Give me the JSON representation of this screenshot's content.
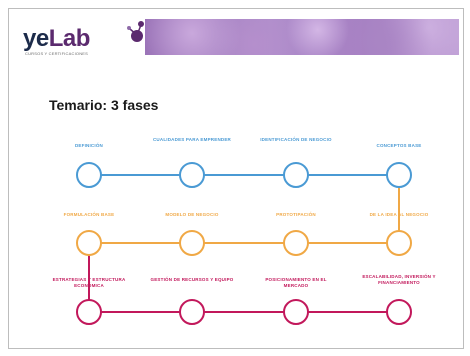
{
  "header": {
    "logo_main": "ye",
    "logo_accent": "Lab",
    "logo_tagline": "CURSOS Y CERTIFICACIONES"
  },
  "title": "Temario: 3 fases",
  "phases": [
    {
      "color": "#4a9ad4",
      "labels": [
        "DEFINICIÓN",
        "CUALIDADES PARA EMPRENDER",
        "IDENTIFICACIÓN DE NEGOCIO",
        "CONCEPTOS BASE"
      ]
    },
    {
      "color": "#f0a845",
      "labels": [
        "FORMULACIÓN BASE",
        "MODELO DE NEGOCIO",
        "PROTOTIPACIÓN",
        "DE LA IDEA AL NEGOCIO"
      ]
    },
    {
      "color": "#c2185b",
      "labels": [
        "ESTRATEGIAS Y ESTRUCTURA ECONÓMICA",
        "GESTIÓN DE RECURSOS Y EQUIPO",
        "POSICIONAMIENTO EN EL MERCADO",
        "ESCALABILIDAD, INVERSIÓN Y FINANCIAMIENTO"
      ]
    }
  ]
}
